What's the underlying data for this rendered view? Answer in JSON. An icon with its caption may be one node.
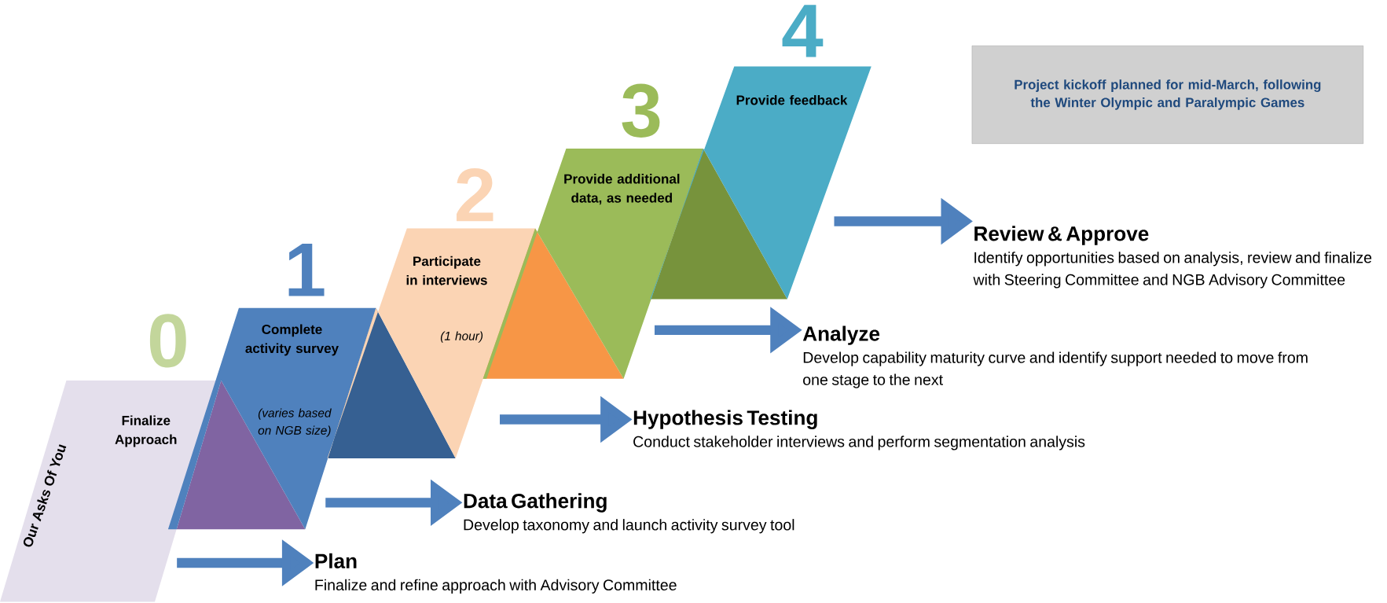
{
  "diagram": {
    "nodes": [
      {
        "text": [
          "Finalize Approach"
        ],
        "beside": [
          "0"
        ]
      },
      {
        "text": [
          "Complete activity survey",
          "(varies based on NGB size)"
        ],
        "beside": [
          "1"
        ]
      },
      {
        "text": [
          "Participate in interviews",
          "(1 hour)"
        ],
        "beside": [
          "2"
        ]
      },
      {
        "text": [
          "Provide additional data, as needed"
        ],
        "beside": [
          "3"
        ]
      },
      {
        "text": [
          "Provide feedback"
        ],
        "beside": [
          "4"
        ]
      },
      {
        "text": [
          "Plan",
          "Finalize and refine approach with Advisory Committee"
        ]
      },
      {
        "text": [
          "Data Gathering",
          "Develop taxonomy and launch activity survey tool"
        ]
      },
      {
        "text": [
          "Hypothesis Testing",
          "Conduct stakeholder interviews and perform segmentation analysis"
        ]
      },
      {
        "text": [
          "Analyze",
          "Develop capability maturity curve and identify support needed to move from one stage to the next"
        ]
      },
      {
        "text": [
          "Review & Approve",
          "Identify opportunities based on analysis, review and finalize with Steering Committee and NGB Advisory Committee"
        ]
      },
      {
        "text": [
          "Project kickoff planned for mid-March, following the Winter Olympic and Paralympic Games"
        ]
      }
    ],
    "edges": [
      {
        "from": 0,
        "to": 5,
        "arrow": "to"
      },
      {
        "from": 1,
        "to": 6,
        "arrow": "to"
      },
      {
        "from": 2,
        "to": 7,
        "arrow": "to"
      },
      {
        "from": 3,
        "to": 8,
        "arrow": "to"
      },
      {
        "from": 4,
        "to": 9,
        "arrow": "to"
      }
    ],
    "labels": [
      "Our Asks Of You"
    ]
  }
}
